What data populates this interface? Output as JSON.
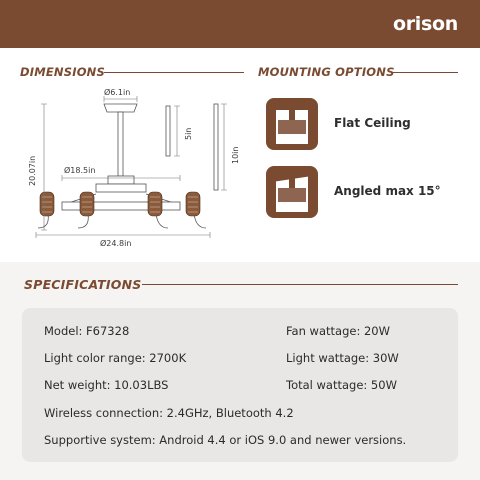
{
  "brand": {
    "logo_text": "orison"
  },
  "dimensions": {
    "title": "DIMENSIONS",
    "labels": {
      "downrod_diameter": "Ø6.1in",
      "downrod_short": "5in",
      "downrod_long": "10in",
      "height": "20.07in",
      "inner_diameter": "Ø18.5in",
      "outer_diameter": "Ø24.8in"
    }
  },
  "mounting": {
    "title": "MOUNTING OPTIONS",
    "options": [
      {
        "label": "Flat Ceiling",
        "icon": "flat-ceiling-icon"
      },
      {
        "label": "Angled max 15°",
        "icon": "angled-ceiling-icon"
      }
    ]
  },
  "specifications": {
    "title": "SPECIFICATIONS",
    "rows": [
      {
        "left": "Model: F67328",
        "right": "Fan wattage: 20W"
      },
      {
        "left": "Light color range: 2700K",
        "right": "Light wattage: 30W"
      },
      {
        "left": "Net weight: 10.03LBS",
        "right": "Total wattage: 50W"
      }
    ],
    "wide_rows": [
      "Wireless connection: 2.4GHz, Bluetooth 4.2",
      "Supportive system: Android 4.4 or iOS 9.0 and newer versions."
    ]
  },
  "colors": {
    "brand_brown": "#7a4a31",
    "card_grey": "#e9e7e6",
    "band_grey": "#f6f4f3"
  }
}
